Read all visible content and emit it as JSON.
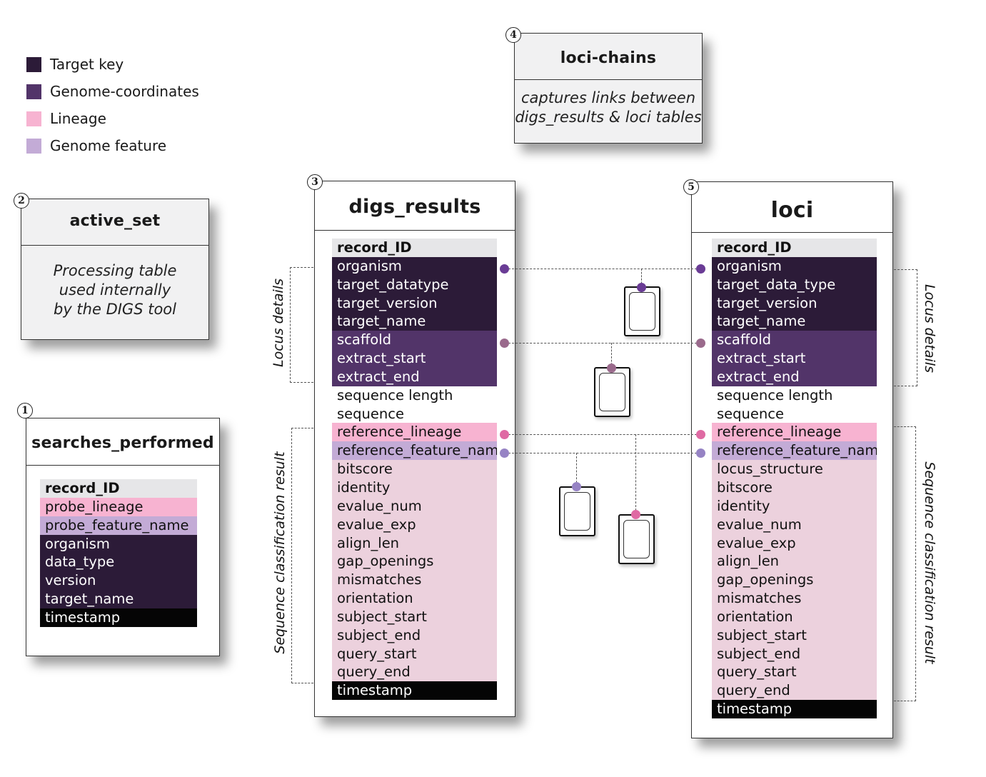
{
  "legend": [
    {
      "label": "Target key",
      "color": "#2c1b38"
    },
    {
      "label": "Genome-coordinates",
      "color": "#523469"
    },
    {
      "label": "Lineage",
      "color": "#f7b3d1"
    },
    {
      "label": "Genome feature",
      "color": "#c3abd6"
    }
  ],
  "active_set": {
    "number": "2",
    "title": "active_set",
    "desc1": "Processing table",
    "desc2": "used internally",
    "desc3": "by the  DIGS tool"
  },
  "loci_chains": {
    "number": "4",
    "title": "loci-chains",
    "desc1": "captures links between",
    "desc2": "digs_results & loci tables"
  },
  "searches_performed": {
    "number": "1",
    "title": "searches_performed",
    "rows": [
      {
        "label": "record_ID",
        "kind": "hdr"
      },
      {
        "label": "probe_lineage",
        "kind": "lin"
      },
      {
        "label": "probe_feature_name",
        "kind": "feat"
      },
      {
        "label": "organism",
        "kind": "key"
      },
      {
        "label": "data_type",
        "kind": "key"
      },
      {
        "label": "version",
        "kind": "key"
      },
      {
        "label": "target_name",
        "kind": "key"
      },
      {
        "label": "timestamp",
        "kind": "ts"
      }
    ]
  },
  "digs_results": {
    "number": "3",
    "title": "digs_results",
    "rows": [
      {
        "label": "record_ID",
        "kind": "hdr"
      },
      {
        "label": "organism",
        "kind": "key"
      },
      {
        "label": "target_datatype",
        "kind": "key"
      },
      {
        "label": "target_version",
        "kind": "key"
      },
      {
        "label": "target_name",
        "kind": "key"
      },
      {
        "label": "scaffold",
        "kind": "gen"
      },
      {
        "label": "extract_start",
        "kind": "gen"
      },
      {
        "label": "extract_end",
        "kind": "gen"
      },
      {
        "label": "sequence length",
        "kind": "plain"
      },
      {
        "label": "sequence",
        "kind": "plain"
      },
      {
        "label": "reference_lineage",
        "kind": "lin"
      },
      {
        "label": "reference_feature_name",
        "kind": "feat"
      },
      {
        "label": "bitscore",
        "kind": "seq"
      },
      {
        "label": "identity",
        "kind": "seq"
      },
      {
        "label": "evalue_num",
        "kind": "seq"
      },
      {
        "label": "evalue_exp",
        "kind": "seq"
      },
      {
        "label": "align_len",
        "kind": "seq"
      },
      {
        "label": "gap_openings",
        "kind": "seq"
      },
      {
        "label": "mismatches",
        "kind": "seq"
      },
      {
        "label": "orientation",
        "kind": "seq"
      },
      {
        "label": "subject_start",
        "kind": "seq"
      },
      {
        "label": "subject_end",
        "kind": "seq"
      },
      {
        "label": "query_start",
        "kind": "seq"
      },
      {
        "label": "query_end",
        "kind": "seq"
      },
      {
        "label": "timestamp",
        "kind": "ts"
      }
    ]
  },
  "loci": {
    "number": "5",
    "title": "loci",
    "rows": [
      {
        "label": "record_ID",
        "kind": "hdr"
      },
      {
        "label": "organism",
        "kind": "key"
      },
      {
        "label": "target_data_type",
        "kind": "key"
      },
      {
        "label": "target_version",
        "kind": "key"
      },
      {
        "label": "target_name",
        "kind": "key"
      },
      {
        "label": "scaffold",
        "kind": "gen"
      },
      {
        "label": "extract_start",
        "kind": "gen"
      },
      {
        "label": "extract_end",
        "kind": "gen"
      },
      {
        "label": "sequence length",
        "kind": "plain"
      },
      {
        "label": "sequence",
        "kind": "plain"
      },
      {
        "label": "reference_lineage",
        "kind": "lin"
      },
      {
        "label": "reference_feature_name",
        "kind": "feat"
      },
      {
        "label": "locus_structure",
        "kind": "seq"
      },
      {
        "label": "bitscore",
        "kind": "seq"
      },
      {
        "label": "identity",
        "kind": "seq"
      },
      {
        "label": "evalue_num",
        "kind": "seq"
      },
      {
        "label": "evalue_exp",
        "kind": "seq"
      },
      {
        "label": "align_len",
        "kind": "seq"
      },
      {
        "label": "gap_openings",
        "kind": "seq"
      },
      {
        "label": "mismatches",
        "kind": "seq"
      },
      {
        "label": "orientation",
        "kind": "seq"
      },
      {
        "label": "subject_start",
        "kind": "seq"
      },
      {
        "label": "subject_end",
        "kind": "seq"
      },
      {
        "label": "query_start",
        "kind": "seq"
      },
      {
        "label": "query_end",
        "kind": "seq"
      },
      {
        "label": "timestamp",
        "kind": "ts"
      }
    ]
  },
  "brackets": {
    "locus_details": "Locus details",
    "sequence_classification": "Sequence classification result"
  },
  "link_colors": {
    "key": "#6a3c95",
    "genome": "#9a6a8c",
    "lineage": "#df6aa3",
    "feature": "#9683c4"
  }
}
